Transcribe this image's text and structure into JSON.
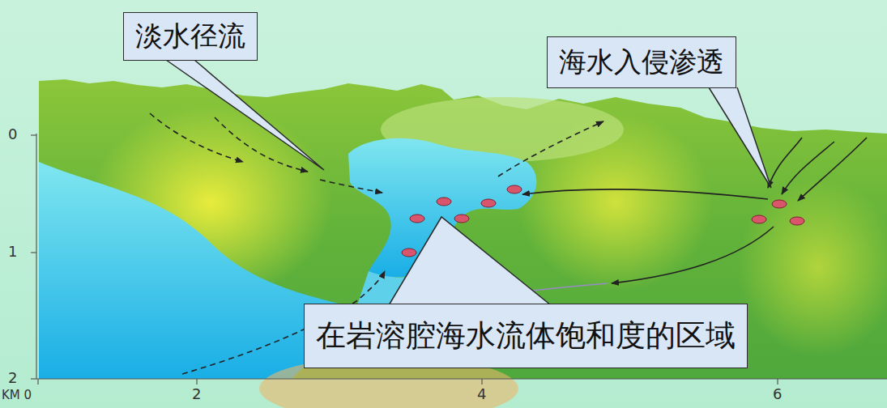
{
  "diagram": {
    "nodes": [
      {
        "text": [
          "淡水径流"
        ]
      },
      {
        "text": [
          "海水入侵渗透"
        ]
      },
      {
        "text": [
          "在岩溶腔海水流体饱和度的区域"
        ]
      }
    ],
    "labels": [
      "0",
      "1",
      "2",
      "KM 0",
      "2",
      "4",
      "6"
    ]
  }
}
